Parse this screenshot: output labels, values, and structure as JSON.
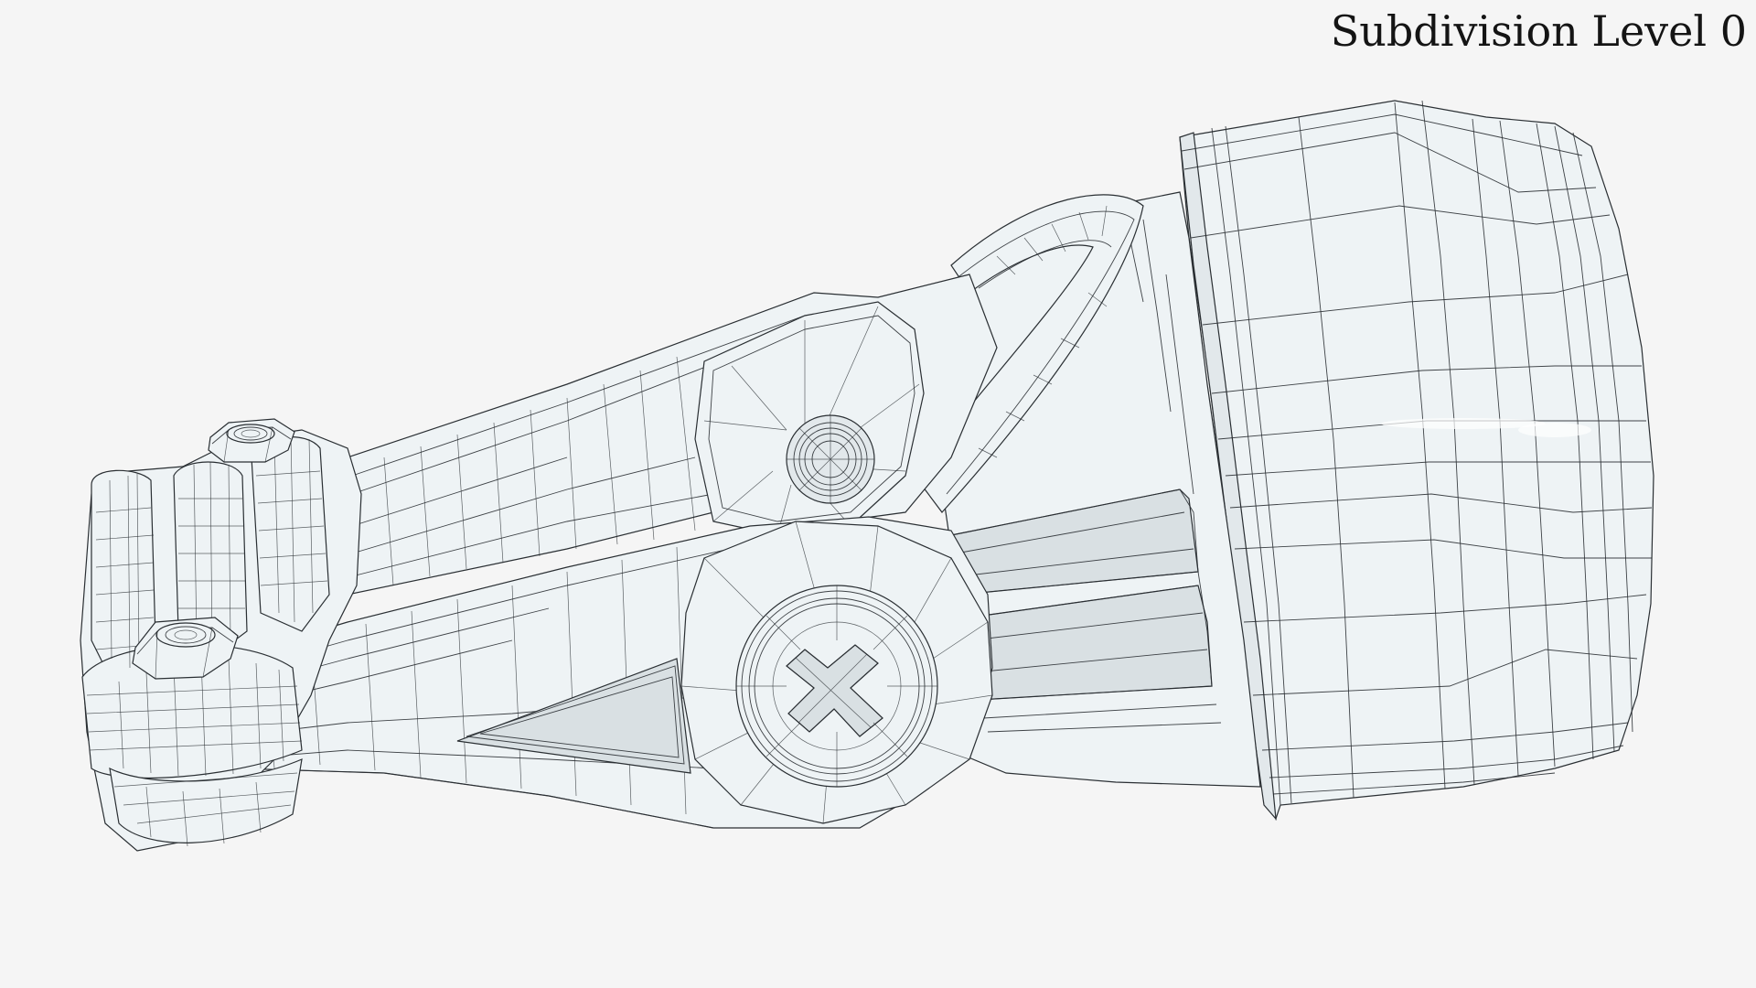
{
  "overlay": {
    "label": "Subdivision Level 0"
  },
  "scene": {
    "background_color": "#f5f5f5",
    "surface_color": "#eef3f5",
    "wire_color": "#2a2f33",
    "parts": [
      {
        "name": "clevis-bracket"
      },
      {
        "name": "hex-nut-top"
      },
      {
        "name": "hex-nut-bottom"
      },
      {
        "name": "upper-arm"
      },
      {
        "name": "lower-arm"
      },
      {
        "name": "upper-pivot-bore"
      },
      {
        "name": "phillips-screw-head"
      },
      {
        "name": "slotted-body"
      },
      {
        "name": "cylindrical-cap"
      }
    ]
  }
}
